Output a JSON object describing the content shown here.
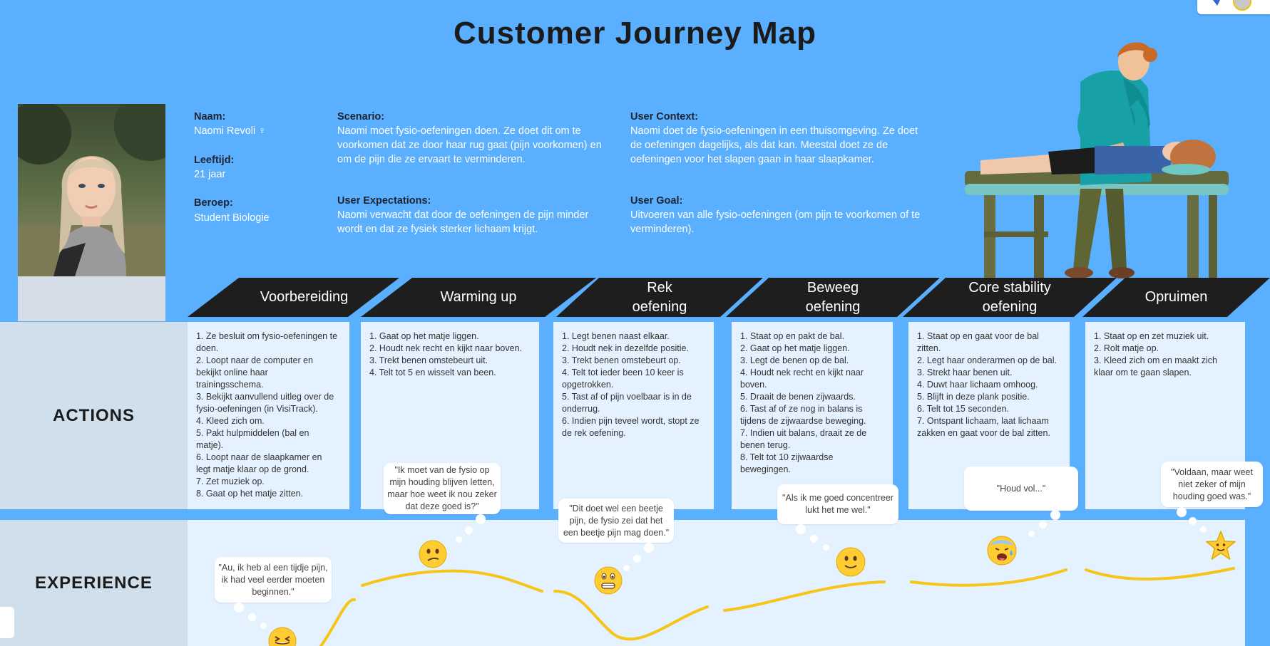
{
  "title": "Customer Journey Map",
  "persona": {
    "name_label": "Naam:",
    "name": "Naomi Revoli ♀",
    "age_label": "Leeftijd:",
    "age": "21 jaar",
    "job_label": "Beroep:",
    "job": "Student Biologie"
  },
  "scenario": {
    "label": "Scenario:",
    "lines": [
      "Naomi moet fysio-oefeningen doen. Ze doet dit om te",
      "voorkomen dat ze door haar rug gaat (pijn voorkomen) en",
      "om de pijn die ze ervaart te verminderen."
    ]
  },
  "user_context": {
    "label": "User Context:",
    "lines": [
      "Naomi doet de fysio-oefeningen in een thuisomgeving. Ze doet",
      "de oefeningen dagelijks, als dat kan. Meestal doet ze de",
      "oefeningen voor het slapen gaan in haar slaapkamer."
    ]
  },
  "user_expectations": {
    "label": "User Expectations:",
    "lines": [
      "Naomi verwacht dat door de oefeningen de pijn minder",
      "wordt en dat ze fysiek sterker lichaam krijgt."
    ]
  },
  "user_goal": {
    "label": "User Goal:",
    "lines": [
      "Uitvoeren van alle fysio-oefeningen (om pijn te voorkomen of te",
      "verminderen)."
    ]
  },
  "rows": {
    "actions": "ACTIONS",
    "experience": "EXPERIENCE"
  },
  "phases": [
    {
      "title": "Voorbereiding",
      "actions": [
        "1. Ze besluit om fysio-oefeningen te",
        "doen.",
        "2. Loopt naar de computer en",
        "bekijkt online haar",
        "trainingsschema.",
        "3. Bekijkt aanvullend uitleg over de",
        "fysio-oefeningen (in VisiTrack).",
        "4. Kleed zich om.",
        "5. Pakt hulpmiddelen (bal en",
        "matje).",
        "6. Loopt naar de slaapkamer en",
        "legt matje klaar op de grond.",
        "7. Zet muziek op.",
        "8. Gaat op het matje zitten."
      ],
      "quote": [
        "\"Au, ik heb al een tijdje pijn,",
        "ik had veel eerder moeten",
        "beginnen.\""
      ],
      "emotion": "grinning-squint-face-icon"
    },
    {
      "title": "Warming up",
      "actions": [
        "1. Gaat op het matje liggen.",
        "2. Houdt nek recht en kijkt naar boven.",
        "3. Trekt benen omstebeurt uit.",
        "4. Telt tot 5 en wisselt van been."
      ],
      "quote": [
        "\"Ik moet van de fysio op",
        "mijn houding blijven letten,",
        "maar hoe weet ik nou zeker",
        "dat deze goed is?\""
      ],
      "emotion": "confused-face-icon"
    },
    {
      "title": "Rek\noefening",
      "actions": [
        "1. Legt benen naast elkaar.",
        "2. Houdt nek in dezelfde positie.",
        "3. Trekt benen omstebeurt op.",
        "4. Telt tot ieder been 10 keer is",
        "opgetrokken.",
        "5. Tast af of pijn voelbaar is in de",
        "onderrug.",
        "6. Indien pijn teveel wordt, stopt ze",
        "de rek oefening."
      ],
      "quote": [
        "\"Dit doet wel een beetje",
        "pijn, de fysio zei dat het",
        "een beetje pijn mag doen.\""
      ],
      "emotion": "grimacing-face-icon"
    },
    {
      "title": "Beweeg\noefening",
      "actions": [
        "1. Staat op en pakt de bal.",
        "2. Gaat op het matje liggen.",
        "3. Legt de benen op de bal.",
        "4. Houdt nek recht en kijkt naar",
        "boven.",
        "5. Draait de benen zijwaards.",
        "6. Tast af of ze nog in balans is",
        "tijdens de zijwaardse beweging.",
        "7. Indien uit balans, draait ze de",
        "benen terug.",
        "8. Telt tot 10 zijwaardse",
        "bewegingen."
      ],
      "quote": [
        "\"Als ik me goed concentreer",
        "lukt het me wel.\""
      ],
      "emotion": "slightly-smiling-face-icon"
    },
    {
      "title": "Core stability\noefening",
      "actions": [
        "1. Staat op en gaat voor de bal",
        "zitten.",
        "2. Legt haar onderarmen op de bal.",
        "3. Strekt haar benen uit.",
        "4. Duwt haar lichaam omhoog.",
        "5. Blijft in deze plank positie.",
        "6. Telt tot 15 seconden.",
        "7. Ontspant lichaam, laat lichaam",
        "zakken en gaat voor de bal zitten."
      ],
      "quote": [
        "\"Houd vol...\""
      ],
      "emotion": "exhausted-sweat-face-icon"
    },
    {
      "title": "Opruimen",
      "actions": [
        "1. Staat op en zet muziek uit.",
        "2. Rolt matje op.",
        "3. Kleed zich om en maakt zich",
        "klaar om te gaan slapen."
      ],
      "quote": [
        "\"Voldaan, maar weet",
        "niet zeker of mijn",
        "houding goed was.\""
      ],
      "emotion": "star-icon"
    }
  ],
  "illustration": "physiotherapist-massage-illustration",
  "colors": {
    "background": "#5aafff",
    "header": "#1e1e1e",
    "card": "#e4f1fe",
    "curve": "#f5c518"
  }
}
